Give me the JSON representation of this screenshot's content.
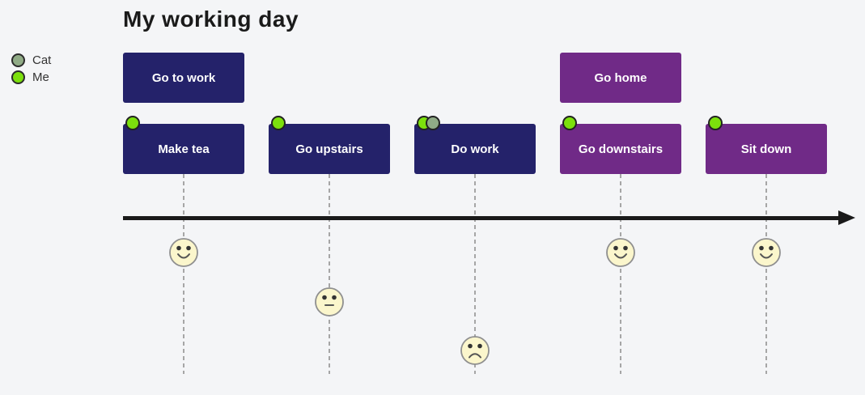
{
  "title": "My working day",
  "legend": {
    "items": [
      {
        "label": "Cat",
        "color": "#90AB86"
      },
      {
        "label": "Me",
        "color": "#7CE00D"
      }
    ]
  },
  "sections": [
    {
      "label": "Go to work",
      "color": "#24226A"
    },
    {
      "label": "Go home",
      "color": "#702A87"
    }
  ],
  "tasks": [
    {
      "label": "Make tea",
      "section": "Go to work",
      "score": 5,
      "expression": "happy",
      "actors": [
        "Me"
      ]
    },
    {
      "label": "Go upstairs",
      "section": "Go to work",
      "score": 3,
      "expression": "neutral",
      "actors": [
        "Me"
      ]
    },
    {
      "label": "Do work",
      "section": "Go to work",
      "score": 1,
      "expression": "sad",
      "actors": [
        "Me",
        "Cat"
      ]
    },
    {
      "label": "Go downstairs",
      "section": "Go home",
      "score": 5,
      "expression": "happy",
      "actors": [
        "Me"
      ]
    },
    {
      "label": "Sit down",
      "section": "Go home",
      "score": 5,
      "expression": "happy",
      "actors": [
        "Me"
      ]
    }
  ],
  "colors": {
    "background": "#F4F5F7",
    "navy": "#24226A",
    "purple": "#702A87",
    "me": "#7CE00D",
    "cat": "#90AB86",
    "face-fill": "#FBF6CC",
    "face-stroke": "#8F8F8F",
    "axis": "#1A1A1A",
    "dash": "#A6A6A6"
  }
}
